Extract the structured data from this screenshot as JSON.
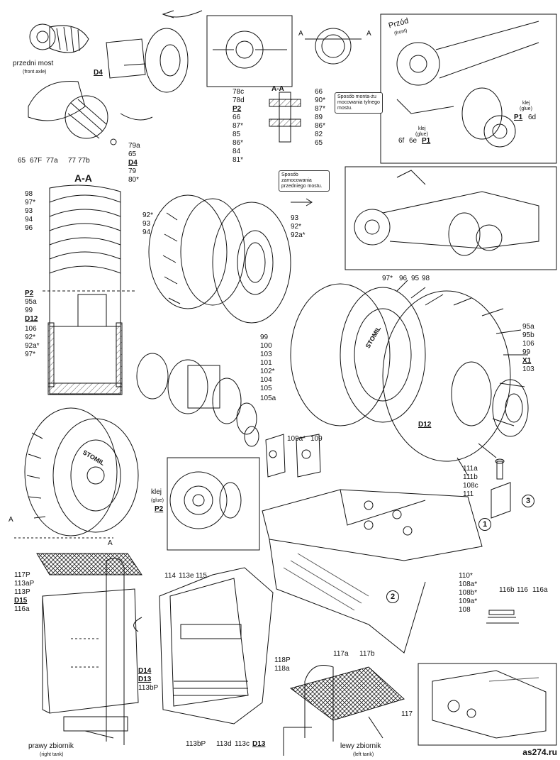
{
  "labels": {
    "front_axle_pl": "przedni most",
    "front_axle_en": "(front axle)",
    "d4_top": "D4",
    "l65s": "65",
    "l67f": "67F",
    "l77a": "77a",
    "l77": "77",
    "l77b": "77b",
    "l78c": "78c",
    "l78d": "78d",
    "p2_top": "P2",
    "l66": "66",
    "l87s": "87*",
    "l85": "85",
    "l86s": "86*",
    "l84": "84",
    "l81s": "81*",
    "l79a": "79a",
    "l65s_b": "65",
    "d4_mid": "D4",
    "l79": "79",
    "l80s": "80*",
    "aa_top": "A-A",
    "r66": "66",
    "r90s": "90*",
    "r87s": "87*",
    "r89": "89",
    "r86s": "86*",
    "r82": "82",
    "r65": "65",
    "a_left": "A",
    "a_right": "A",
    "front_pl": "Przód",
    "front_en": "(front)",
    "note_rear": "Sposób monta-żu mocowania tylnego mostu.",
    "klej1": "klej",
    "glue1": "(glue)",
    "l6f": "6f",
    "l6e": "6e",
    "p1_a": "P1",
    "klej2": "klej",
    "glue2": "(glue)",
    "p1_b": "P1",
    "l6d": "6d",
    "note_front": "Sposób zamocowania przedniego mostu.",
    "aa_big": "A-A",
    "t98": "98",
    "t97s": "97*",
    "t93": "93",
    "t94": "94",
    "t96": "96",
    "p2_mid": "P2",
    "t95a": "95a",
    "t99": "99",
    "d12_left": "D12",
    "t106": "106",
    "t92s": "92*",
    "t92a": "92a*",
    "t97s_b": "97*",
    "w92s": "92*",
    "w93": "93",
    "w94": "94",
    "w93r": "93",
    "w92r": "92*",
    "w92ar": "92a*",
    "e97": "97*",
    "e96": "96",
    "e95": "95",
    "e98": "98",
    "h99": "99",
    "h100": "100",
    "h103": "103",
    "h101": "101",
    "h102": "102*",
    "h104": "104",
    "h105": "105",
    "h105a": "105a",
    "g95a": "95a",
    "g95b": "95b",
    "g106": "106",
    "g99": "99",
    "gx1": "X1",
    "g103": "103",
    "d12_right": "D12",
    "b109a": "109a*",
    "b109": "109",
    "b111a": "111a",
    "b111b": "111b",
    "b108c": "108c",
    "b111": "111",
    "klej3": "klej",
    "glue3": "(glue)",
    "p2_low": "P2",
    "a_low_left": "A",
    "a_low_right": "A",
    "n1": "1",
    "n2": "2",
    "n3": "3",
    "f110": "110*",
    "f108a": "108a*",
    "f108b": "108b*",
    "f109a": "109a*",
    "f108": "108",
    "s116b": "116b",
    "s116": "116",
    "s116a": "116a",
    "rt117p": "117P",
    "rt113ap": "113aP",
    "rt113p": "113P",
    "rt_d15": "D15",
    "rt116a": "116a",
    "rt_d14": "D14",
    "rt_d13": "D13",
    "rt113bp": "113bP",
    "rt_name_pl": "prawy zbiornik",
    "rt_name_en": "(right tank)",
    "m114": "114",
    "m113e": "113e",
    "m115": "115",
    "m113bp": "113bP",
    "m113d": "113d",
    "m113c": "113c",
    "m_d13": "D13",
    "lt118p": "118P",
    "lt118a": "118a",
    "lt117a": "117a",
    "lt117b": "117b",
    "lt117": "117",
    "lt_name_pl": "lewy zbiornik",
    "lt_name_en": "(left tank)",
    "brand_tire1": "STOMIL",
    "brand_tire2": "STOMIL",
    "watermark": "as274.ru"
  },
  "colors": {
    "ink": "#111111",
    "paper": "#ffffff",
    "hatch": "#555555"
  }
}
